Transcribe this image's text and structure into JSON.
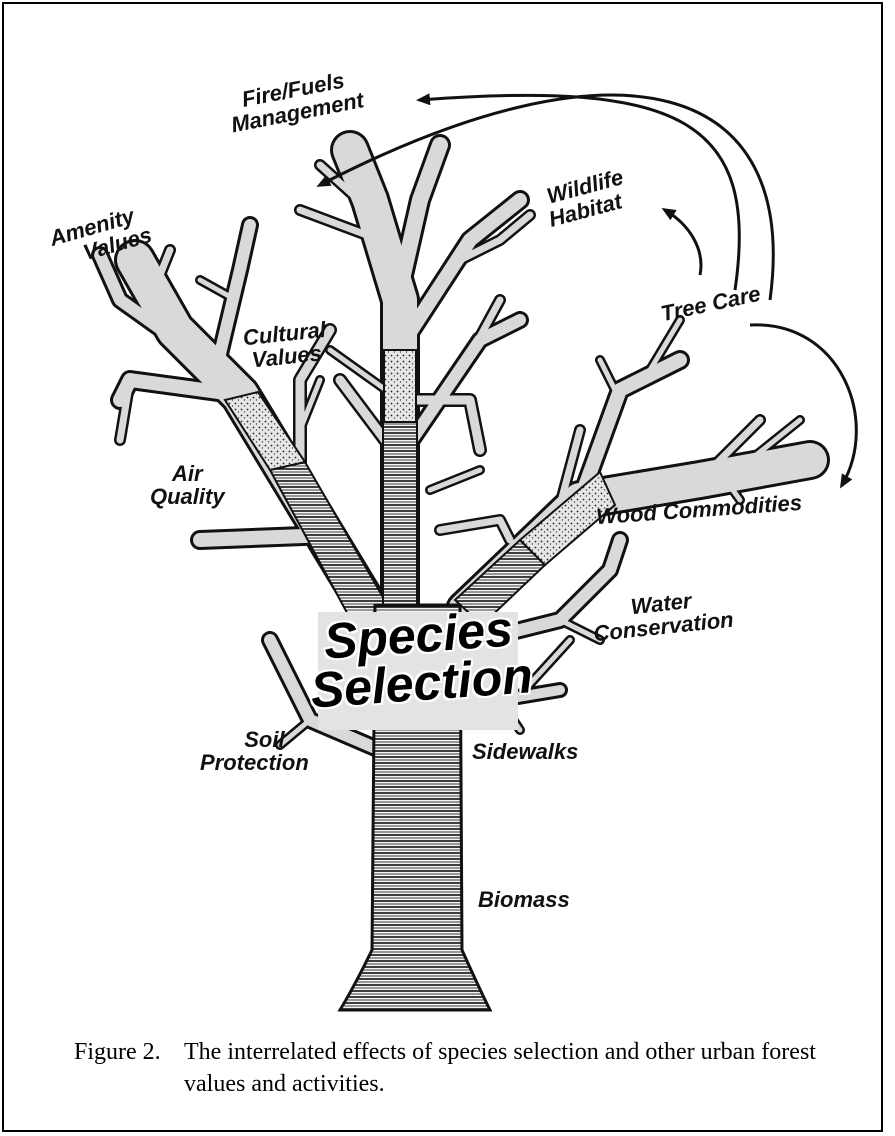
{
  "diagram": {
    "center_label": [
      "Species",
      "Selection"
    ],
    "labels": {
      "fire_fuels": [
        "Fire/Fuels",
        "Management"
      ],
      "wildlife": [
        "Wildlife",
        "Habitat"
      ],
      "amenity": [
        "Amenity",
        "Values"
      ],
      "tree_care": "Tree Care",
      "cultural": [
        "Cultural",
        "Values"
      ],
      "air": [
        "Air",
        "Quality"
      ],
      "wood": "Wood Commodities",
      "water": [
        "Water",
        "Conservation"
      ],
      "soil": [
        "Soil",
        "Protection"
      ],
      "sidewalks": "Sidewalks",
      "biomass": "Biomass"
    },
    "colors": {
      "branch_fill": "#d9d9d9",
      "outline": "#111111",
      "trunk_fill": "#f2f2f2"
    }
  },
  "caption": {
    "number": "Figure 2.",
    "text": "The interrelated effects of species selection and other urban forest values and activities."
  }
}
